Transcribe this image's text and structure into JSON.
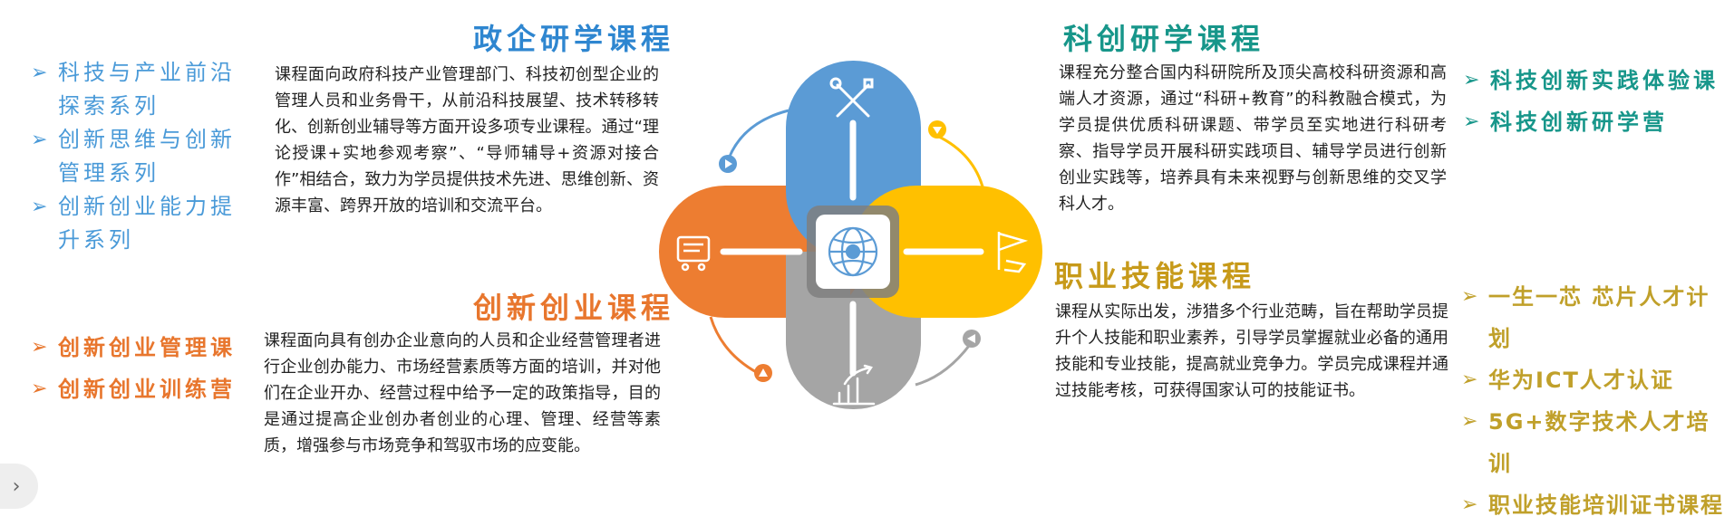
{
  "top_left": {
    "title": "政企研学课程",
    "description": "课程面向政府科技产业管理部门、科技初创型企业的管理人员和业务骨干，从前沿科技展望、技术转移转化、创新创业辅导等方面开设多项专业课程。通过“理论授课+实地参观考察”、“导师辅导+资源对接合作”相结合，致力为学员提供技术先进、思维创新、资源丰富、跨界开放的培训和交流平台。",
    "items": [
      "科技与产业前沿探索系列",
      "创新思维与创新管理系列",
      "创新创业能力提升系列"
    ]
  },
  "bottom_left": {
    "title": "创新创业课程",
    "description": "课程面向具有创办企业意向的人员和企业经营管理者进行企业创办能力、市场经营素质等方面的培训，并对他们在企业开办、经营过程中给予一定的政策指导，目的是通过提高企业创办者创业的心理、管理、经营等素质，增强参与市场竞争和驾驭市场的应变能。",
    "items": [
      "创新创业管理课",
      "创新创业训练营"
    ]
  },
  "top_right": {
    "title": "科创研学课程",
    "description": "课程充分整合国内科研院所及顶尖高校科研资源和高端人才资源，通过“科研+教育”的科教融合模式，为学员提供优质科研课题、带学员至实地进行科研考察、指导学员开展科研实践项目、辅导学员进行创新创业实践等，培养具有未来视野与创新思维的交叉学科人才。",
    "items": [
      "科技创新实践体验课",
      "科技创新研学营"
    ]
  },
  "bottom_right": {
    "title": "职业技能课程",
    "description": "课程从实际出发，涉猎多个行业范畴，旨在帮助学员提升个人技能和职业素养，引导学员掌握就业必备的通用技能和专业技能，提高就业竞争力。学员完成课程并通过技能考核，可获得国家认可的技能证书。",
    "items": [
      "一生一芯 芯片人才计划",
      "华为ICT人才认证",
      "5G+数字技术人才培训",
      "职业技能培训证书课程"
    ]
  },
  "diagram": {
    "colors": {
      "top": "#5b9bd5",
      "left": "#ed7d31",
      "right": "#ffc000",
      "bottom": "#a5a5a5",
      "center_frame": "#7f7f7f"
    },
    "icons": {
      "top": "tools-icon",
      "left": "cart-icon",
      "right": "flag-icon",
      "bottom": "growth-chart-icon",
      "center": "globe-icon"
    }
  },
  "bullet_glyph": "➢",
  "nav": {
    "icon": "chevron-right-icon",
    "glyph": "›"
  }
}
